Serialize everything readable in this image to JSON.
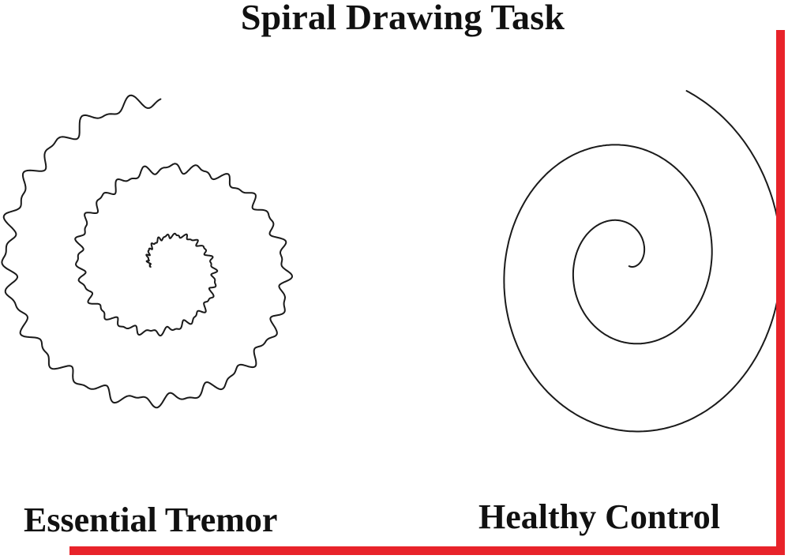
{
  "title": "Spiral Drawing Task",
  "panels": [
    {
      "label": "Essential Tremor"
    },
    {
      "label": "Healthy Control"
    }
  ],
  "colors": {
    "frame": "#e8232a",
    "ink": "#1a1a1a",
    "background": "#ffffff"
  }
}
